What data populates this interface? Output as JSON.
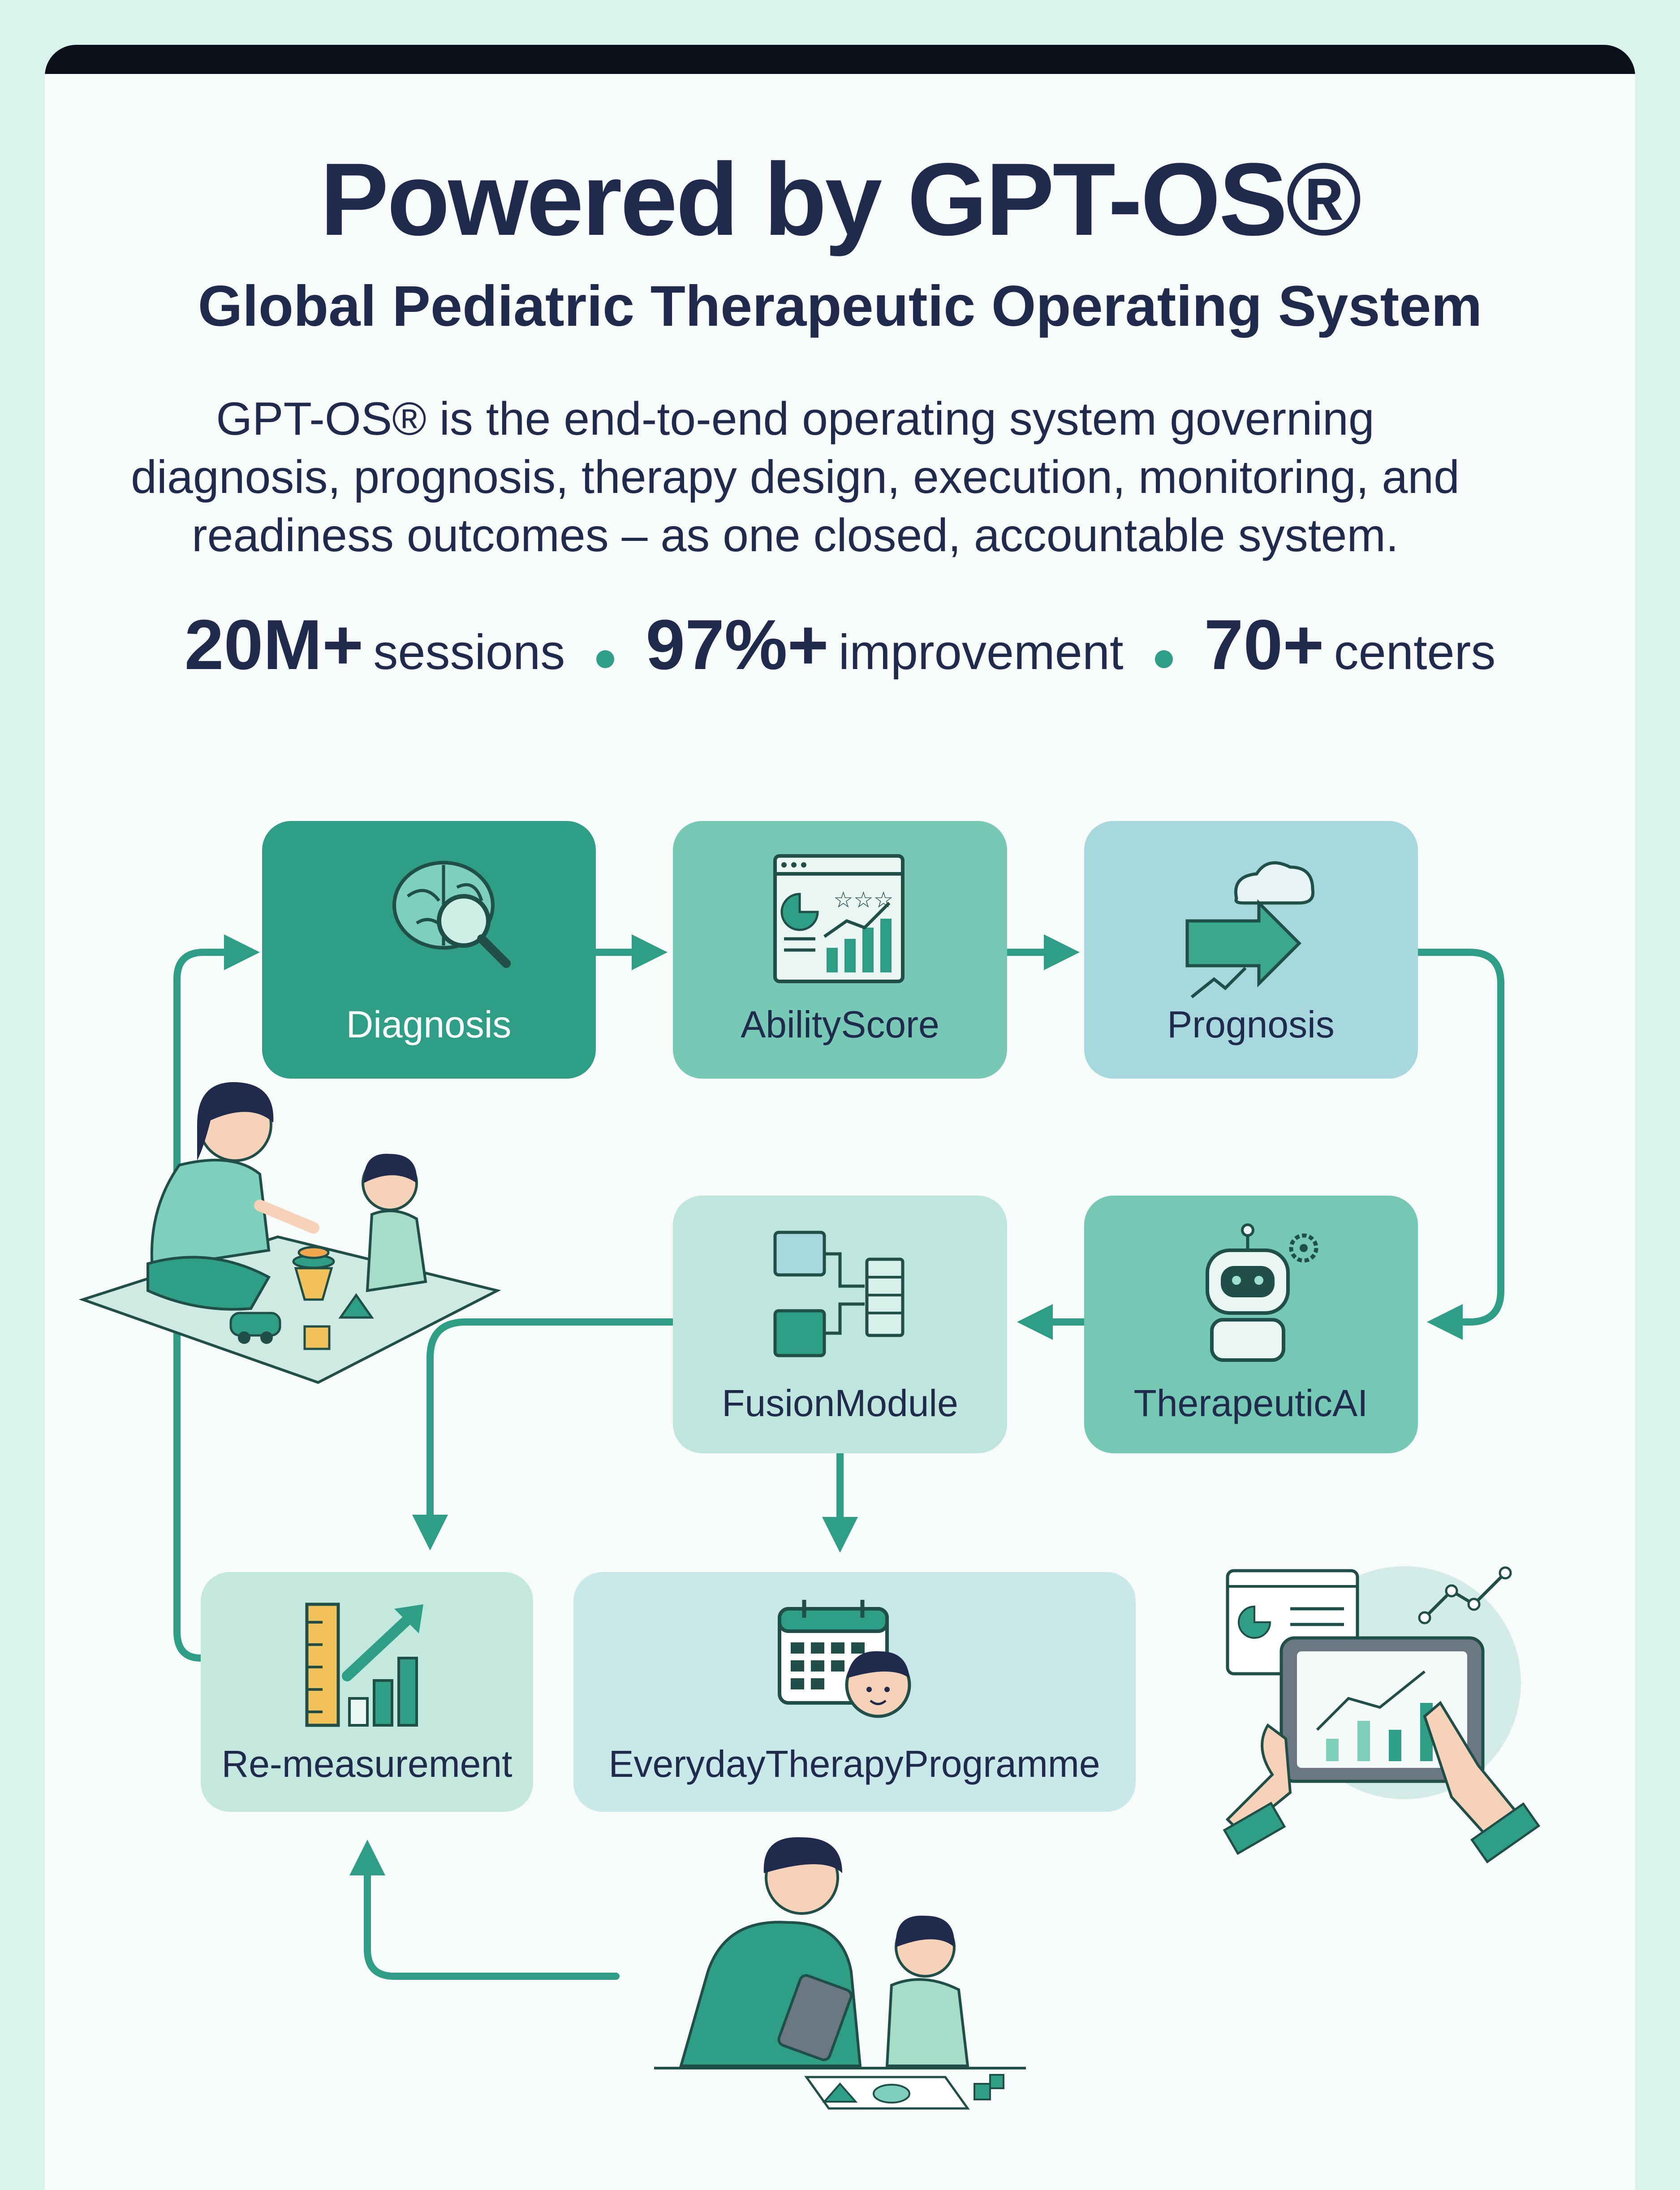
{
  "header": {
    "title": "Powered by GPT-OS®",
    "subtitle": "Global Pediatric Therapeutic Operating System",
    "description_lines": [
      "GPT-OS® is the end-to-end operating system governing",
      "diagnosis, prognosis, therapy design, execution, monitoring, and",
      "readiness outcomes – as one closed, accountable system."
    ]
  },
  "stats": [
    {
      "value": "20M+",
      "label": "sessions"
    },
    {
      "value": "97%+",
      "label": "improvement"
    },
    {
      "value": "70+",
      "label": "centers"
    }
  ],
  "nodes": {
    "diagnosis": {
      "label": "Diagnosis",
      "icon": "brain-magnifier-icon",
      "color": "#2e9e86"
    },
    "abilityscore": {
      "label": "AbilityScore",
      "icon": "dashboard-chart-icon",
      "color": "#77c9b6"
    },
    "prognosis": {
      "label": "Prognosis",
      "icon": "forecast-arrow-icon",
      "color": "#a6d8de"
    },
    "therapeuticai": {
      "label": "TherapeuticAI",
      "icon": "robot-icon",
      "color": "#74c8b4"
    },
    "fusionmodule": {
      "label": "FusionModule",
      "icon": "fusion-merge-icon",
      "color": "#bfe6dc"
    },
    "remeasurement": {
      "label": "Re-measurement",
      "icon": "ruler-growth-icon",
      "color": "#c3e8dd"
    },
    "everyday": {
      "label": "EverydayTherapyProgramme",
      "icon": "calendar-child-icon",
      "color": "#c9e8ea"
    }
  },
  "colors": {
    "navy": "#1f2a4d",
    "teal": "#2e9e86",
    "background": "#d8f4ec",
    "card": "#f7fbfa"
  }
}
